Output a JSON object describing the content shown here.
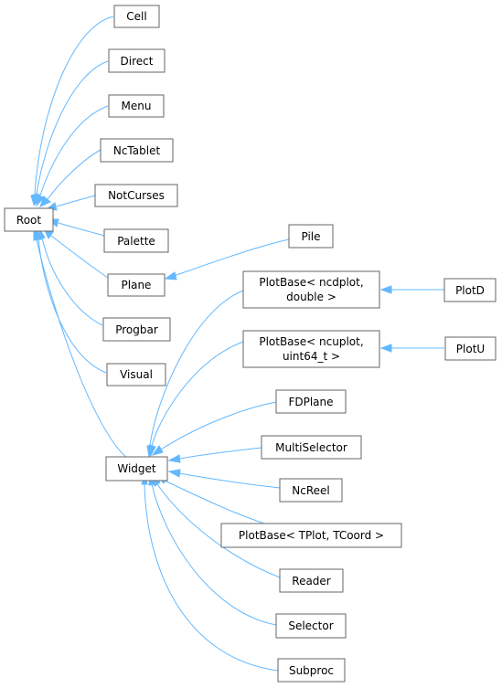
{
  "diagram": {
    "colors": {
      "edge": "#63b8ff",
      "node_border": "#666666",
      "node_fill": "#ffffff",
      "text": "#000000"
    },
    "nodes": {
      "root": "Root",
      "cell": "Cell",
      "direct": "Direct",
      "menu": "Menu",
      "nctablet": "NcTablet",
      "notcurses": "NotCurses",
      "palette": "Palette",
      "plane": "Plane",
      "pile": "Pile",
      "progbar": "Progbar",
      "visual": "Visual",
      "widget": "Widget",
      "plotbase_ncdplot": [
        "PlotBase< ncdplot,",
        "double >"
      ],
      "plotd": "PlotD",
      "plotbase_ncuplot": [
        "PlotBase< ncuplot,",
        "uint64_t >"
      ],
      "plotu": "PlotU",
      "fdplane": "FDPlane",
      "multiselector": "MultiSelector",
      "ncreel": "NcReel",
      "plotbase_tplot": "PlotBase< TPlot, TCoord >",
      "reader": "Reader",
      "selector": "Selector",
      "subproc": "Subproc"
    },
    "edges": [
      [
        "cell",
        "root"
      ],
      [
        "direct",
        "root"
      ],
      [
        "menu",
        "root"
      ],
      [
        "nctablet",
        "root"
      ],
      [
        "notcurses",
        "root"
      ],
      [
        "palette",
        "root"
      ],
      [
        "plane",
        "root"
      ],
      [
        "progbar",
        "root"
      ],
      [
        "visual",
        "root"
      ],
      [
        "widget",
        "root"
      ],
      [
        "pile",
        "plane"
      ],
      [
        "plotbase_ncdplot",
        "widget"
      ],
      [
        "plotbase_ncuplot",
        "widget"
      ],
      [
        "fdplane",
        "widget"
      ],
      [
        "multiselector",
        "widget"
      ],
      [
        "ncreel",
        "widget"
      ],
      [
        "plotbase_tplot",
        "widget"
      ],
      [
        "reader",
        "widget"
      ],
      [
        "selector",
        "widget"
      ],
      [
        "subproc",
        "widget"
      ],
      [
        "plotd",
        "plotbase_ncdplot"
      ],
      [
        "plotu",
        "plotbase_ncuplot"
      ]
    ]
  }
}
